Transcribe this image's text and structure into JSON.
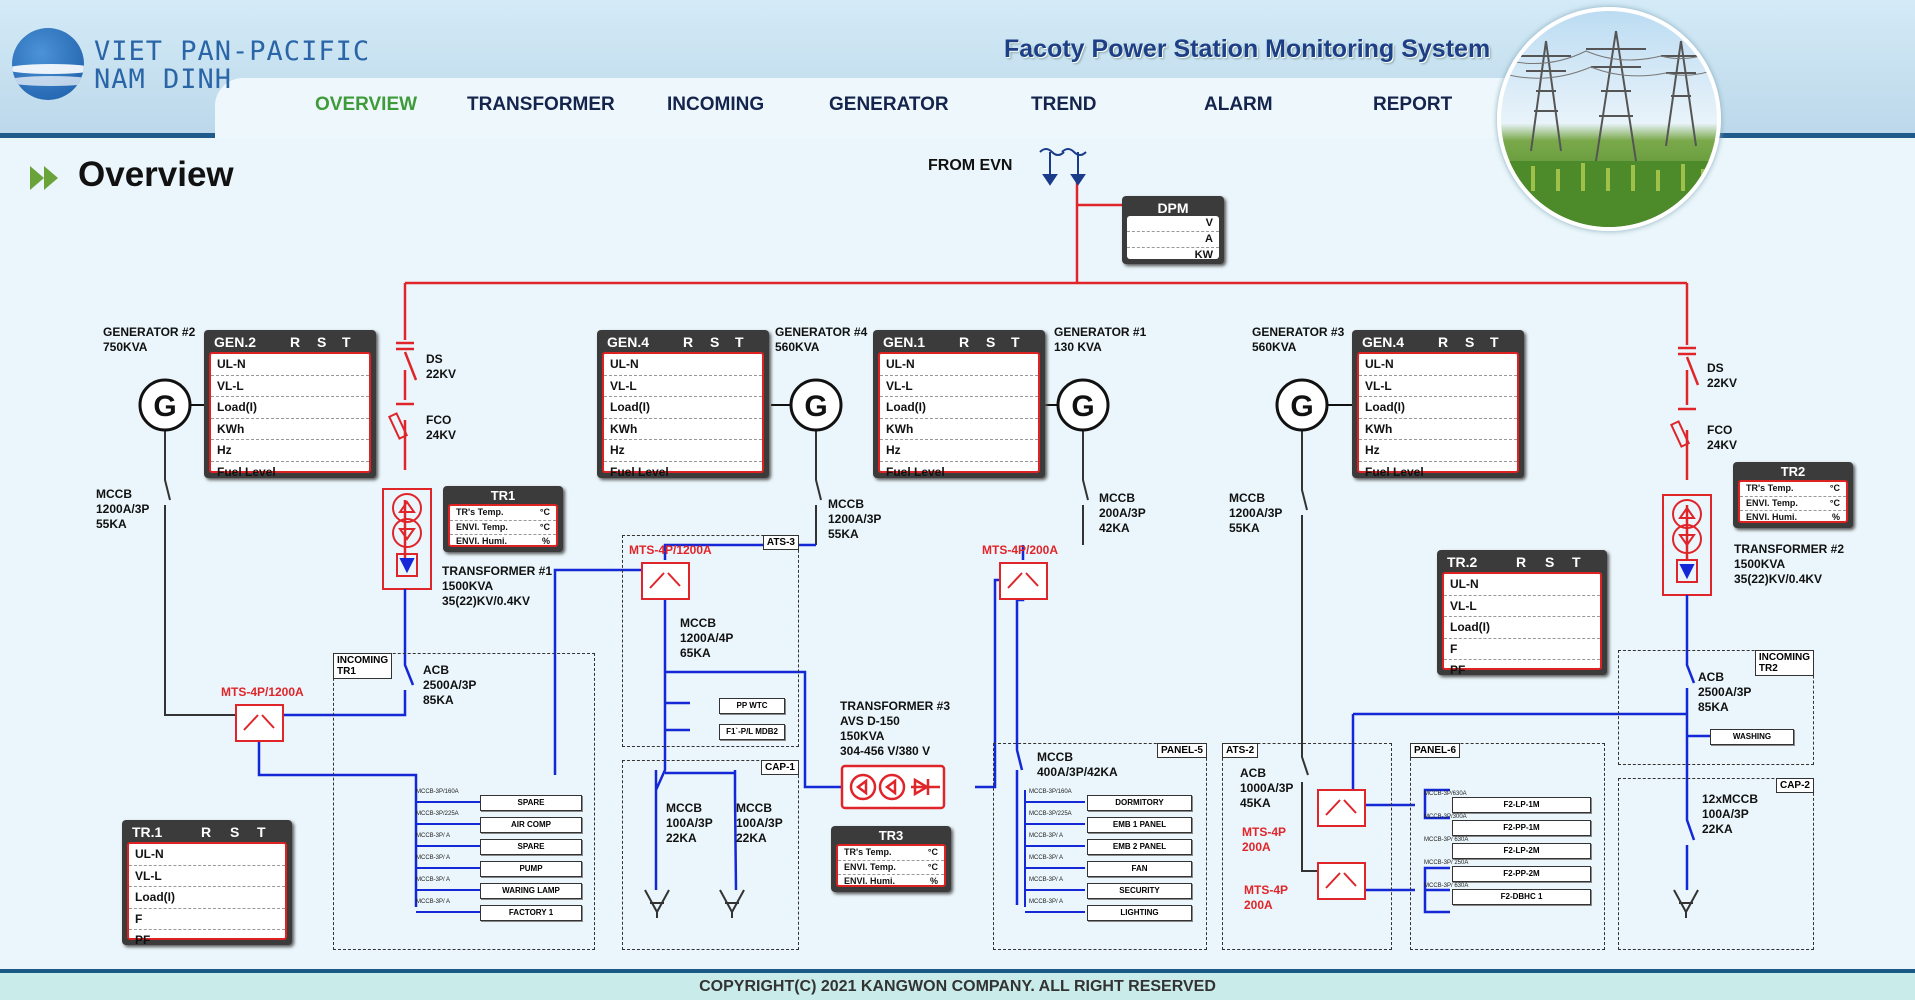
{
  "app": {
    "logo_line1": "VIET PAN-PACIFIC",
    "logo_line2": "NAM DINH",
    "title": "Facoty Power Station Monitoring System"
  },
  "nav": [
    {
      "label": "OVERVIEW",
      "active": true
    },
    {
      "label": "TRANSFORMER"
    },
    {
      "label": "INCOMING"
    },
    {
      "label": "GENERATOR"
    },
    {
      "label": "TREND"
    },
    {
      "label": "ALARM"
    },
    {
      "label": "REPORT"
    }
  ],
  "page": {
    "title": "Overview"
  },
  "source": {
    "label": "FROM EVN"
  },
  "dpm": {
    "title": "DPM",
    "units": [
      "V",
      "A",
      "KW"
    ]
  },
  "gen_panels": [
    {
      "title": "GEN.2",
      "phases": [
        "R",
        "S",
        "T"
      ],
      "rows": [
        "UL-N",
        "VL-L",
        "Load(I)",
        "KWh",
        "Hz",
        "Fuel Level"
      ]
    },
    {
      "title": "GEN.4",
      "phases": [
        "R",
        "S",
        "T"
      ],
      "rows": [
        "UL-N",
        "VL-L",
        "Load(I)",
        "KWh",
        "Hz",
        "Fuel Level"
      ]
    },
    {
      "title": "GEN.1",
      "phases": [
        "R",
        "S",
        "T"
      ],
      "rows": [
        "UL-N",
        "VL-L",
        "Load(I)",
        "KWh",
        "Hz",
        "Fuel Level"
      ]
    },
    {
      "title": "GEN.4",
      "phases": [
        "R",
        "S",
        "T"
      ],
      "rows": [
        "UL-N",
        "VL-L",
        "Load(I)",
        "KWh",
        "Hz",
        "Fuel Level"
      ]
    }
  ],
  "tr_panels": [
    {
      "title": "TR.1",
      "phases": [
        "R",
        "S",
        "T"
      ],
      "rows": [
        "UL-N",
        "VL-L",
        "Load(I)",
        "F",
        "PF"
      ]
    },
    {
      "title": "TR.2",
      "phases": [
        "R",
        "S",
        "T"
      ],
      "rows": [
        "UL-N",
        "VL-L",
        "Load(I)",
        "F",
        "PF"
      ]
    }
  ],
  "temp_panels": [
    {
      "title": "TR1",
      "rows": [
        {
          "label": "TR's Temp.",
          "unit": "°C"
        },
        {
          "label": "ENVI. Temp.",
          "unit": "°C"
        },
        {
          "label": "ENVI. Humi.",
          "unit": "%"
        }
      ]
    },
    {
      "title": "TR2",
      "rows": [
        {
          "label": "TR's Temp.",
          "unit": "°C"
        },
        {
          "label": "ENVI. Temp.",
          "unit": "°C"
        },
        {
          "label": "ENVI. Humi.",
          "unit": "%"
        }
      ]
    },
    {
      "title": "TR3",
      "rows": [
        {
          "label": "TR's Temp.",
          "unit": "°C"
        },
        {
          "label": "ENVI. Temp.",
          "unit": "°C"
        },
        {
          "label": "ENVI. Humi.",
          "unit": "%"
        }
      ]
    }
  ],
  "labels": {
    "gen2": "GENERATOR #2\n750KVA",
    "gen4a": "GENERATOR #4\n560KVA",
    "gen1": "GENERATOR #1\n130 KVA",
    "gen3": "GENERATOR #3\n560KVA",
    "ds1": "DS\n22KV",
    "fco1": "FCO\n24KV",
    "ds2": "DS\n22KV",
    "fco2": "FCO\n24KV",
    "tf1": "TRANSFORMER #1\n1500KVA\n35(22)KV/0.4KV",
    "tf2": "TRANSFORMER #2\n1500KVA\n35(22)KV/0.4KV",
    "tf3": "TRANSFORMER #3\nAVS D-150\n150KVA\n304-456 V/380 V",
    "mccb_gen2": "MCCB\n1200A/3P\n55KA",
    "mccb_gen4": "MCCB\n1200A/3P\n55KA",
    "mccb_gen1": "MCCB\n200A/3P\n42KA",
    "mccb_gen3": "MCCB\n1200A/3P\n55KA",
    "acb1": "ACB\n2500A/3P\n85KA",
    "acb2": "ACB\n2500A/3P\n85KA",
    "mts1": "MTS-4P/1200A",
    "mts3": "MTS-4P/1200A",
    "mts5": "MTS-4P/200A",
    "mccb_ats3": "MCCB\n1200A/4P\n65KA",
    "mccb_cap1a": "MCCB\n100A/3P\n22KA",
    "mccb_cap1b": "MCCB\n100A/3P\n22KA",
    "mccb_p5": "MCCB\n400A/3P/42KA",
    "acb_ats2": "ACB\n1000A/3P\n45KA",
    "mts_a": "MTS-4P\n200A",
    "mts_b": "MTS-4P\n200A",
    "cap2": "12xMCCB\n100A/3P\n22KA"
  },
  "groups": {
    "incoming1": "INCOMING\nTR1",
    "ats3": "ATS-3",
    "cap1": "CAP-1",
    "panel5": "PANEL-5",
    "ats2": "ATS-2",
    "panel6": "PANEL-6",
    "incoming2": "INCOMING\nTR2",
    "cap2": "CAP-2"
  },
  "feeders": {
    "incoming1": [
      {
        "mccb": "MCCB-3P/160A",
        "name": "SPARE"
      },
      {
        "mccb": "MCCB-3P/225A",
        "name": "AIR COMP"
      },
      {
        "mccb": "MCCB-3P/    A",
        "name": "SPARE"
      },
      {
        "mccb": "MCCB-3P/    A",
        "name": "PUMP"
      },
      {
        "mccb": "MCCB-3P/    A",
        "name": "WARING LAMP"
      },
      {
        "mccb": "MCCB-3P/    A",
        "name": "FACTORY 1"
      }
    ],
    "ats3": [
      {
        "name": "PP WTC"
      },
      {
        "name": "F1`-P/L MDB2"
      }
    ],
    "panel5": [
      {
        "mccb": "MCCB-3P/160A",
        "name": "DORMITORY"
      },
      {
        "mccb": "MCCB-3P/225A",
        "name": "EMB 1 PANEL"
      },
      {
        "mccb": "MCCB-3P/    A",
        "name": "EMB 2 PANEL"
      },
      {
        "mccb": "MCCB-3P/    A",
        "name": "FAN"
      },
      {
        "mccb": "MCCB-3P/    A",
        "name": "SECURITY"
      },
      {
        "mccb": "MCCB-3P/    A",
        "name": "LIGHTING"
      }
    ],
    "panel6": [
      {
        "mccb": "MCCB-3P/630A",
        "name": "F2-LP-1M"
      },
      {
        "mccb": "MCCB-3P/300A",
        "name": "F2-PP-1M"
      },
      {
        "mccb": "MCCB-3P/ 630A",
        "name": "F2-LP-2M"
      },
      {
        "mccb": "MCCB-3P/ 250A",
        "name": "F2-PP-2M"
      },
      {
        "mccb": "MCCB-3P/ 630A",
        "name": "F2-DBHC 1"
      }
    ],
    "incoming2": [
      {
        "name": "WASHING"
      }
    ]
  },
  "footer": "COPYRIGHT(C) 2021 KANGWON COMPANY. ALL RIGHT RESERVED",
  "colors": {
    "hv_line": "#e0252a",
    "lv_line": "#1428d8",
    "panel_border": "#d22",
    "nav_active": "#3f9a3a"
  }
}
